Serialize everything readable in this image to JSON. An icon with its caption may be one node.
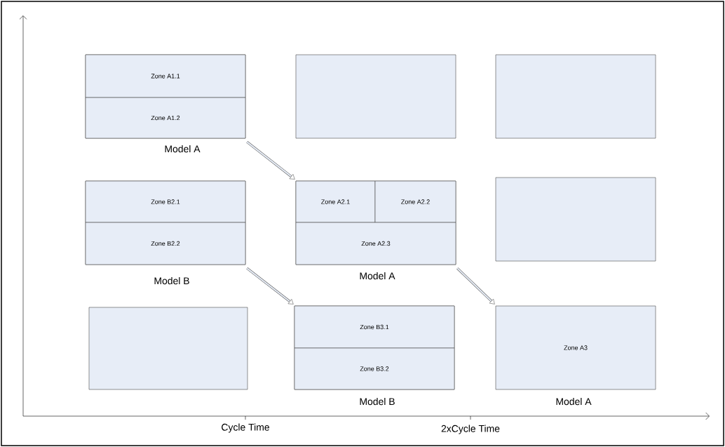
{
  "diagram": {
    "nodes": [
      {
        "text": [],
        "shape": "box",
        "beside": [
          "Model A"
        ]
      },
      {
        "text": [
          "Zone A1.1"
        ],
        "in": 0
      },
      {
        "text": [
          "Zone A1.2"
        ],
        "in": 0
      },
      {
        "text": [],
        "shape": "box"
      },
      {
        "text": [],
        "shape": "box"
      },
      {
        "text": [],
        "shape": "box",
        "beside": [
          "Model B"
        ]
      },
      {
        "text": [
          "Zone B2.1"
        ],
        "in": 5
      },
      {
        "text": [
          "Zone B2.2"
        ],
        "in": 5
      },
      {
        "text": [],
        "shape": "box",
        "beside": [
          "Model A"
        ]
      },
      {
        "text": [
          "Zone A2.1"
        ],
        "in": 8
      },
      {
        "text": [
          "Zone A2.2"
        ],
        "in": 8
      },
      {
        "text": [
          "Zone A2.3"
        ],
        "in": 8
      },
      {
        "text": [],
        "shape": "box"
      },
      {
        "text": [],
        "shape": "box"
      },
      {
        "text": [],
        "shape": "box",
        "beside": [
          "Model B"
        ]
      },
      {
        "text": [
          "Zone B3.1"
        ],
        "in": 14
      },
      {
        "text": [
          "Zone B3.2"
        ],
        "in": 14
      },
      {
        "text": [
          "Zone A3"
        ],
        "beside": [
          "Model A"
        ]
      }
    ],
    "edges": [
      {
        "from": 0,
        "to": 8,
        "arrow": "to"
      },
      {
        "from": 5,
        "to": 14,
        "arrow": "to"
      },
      {
        "from": 8,
        "to": 17,
        "arrow": "to"
      }
    ],
    "labels": [
      "Cycle Time",
      "2xCycle Time"
    ]
  }
}
